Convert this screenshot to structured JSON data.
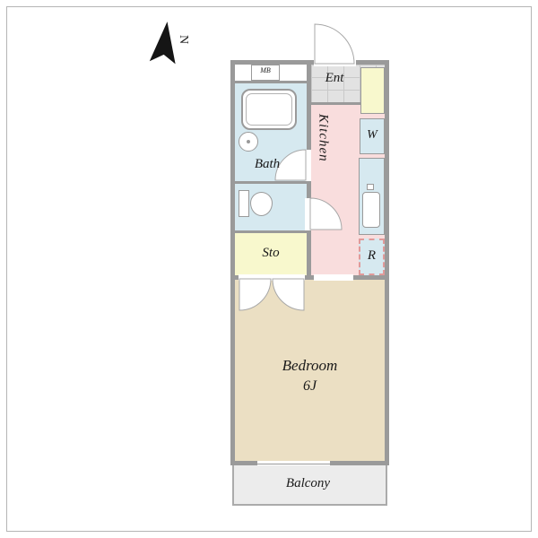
{
  "compass": {
    "label": "N"
  },
  "rooms": {
    "mb": {
      "label": "MB"
    },
    "ent": {
      "label": "Ent"
    },
    "bath": {
      "label": "Bath"
    },
    "kitchen": {
      "label": "Kitchen"
    },
    "washer": {
      "label": "W"
    },
    "fridge": {
      "label": "R"
    },
    "storage": {
      "label": "Sto"
    },
    "bedroom": {
      "label": "Bedroom",
      "size": "6J"
    },
    "balcony": {
      "label": "Balcony"
    }
  },
  "colors": {
    "wall": "#9a9a9a",
    "bath_blue": "#d6e9f0",
    "kitchen_pink": "#f9dddd",
    "storage_yellow": "#f8f8cd",
    "bedroom_beige": "#ebdfc3",
    "entrance_gray": "#e2e2e2",
    "balcony_gray": "#ececec",
    "fridge_dashed": "#e09a9a"
  }
}
